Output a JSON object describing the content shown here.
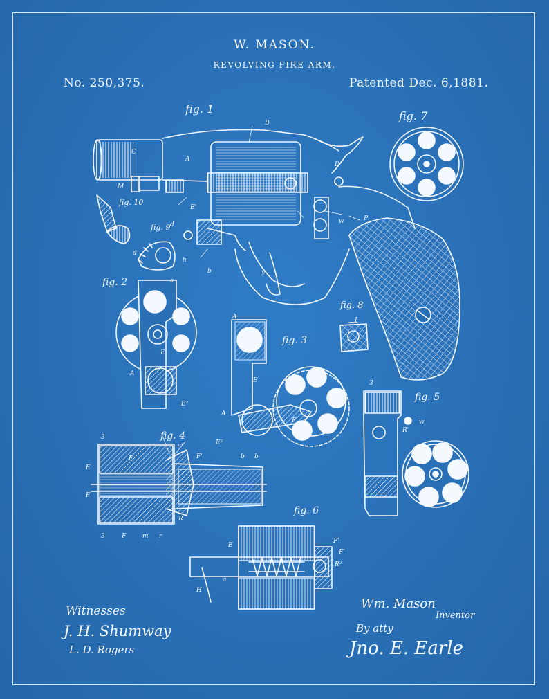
{
  "header": {
    "inventor": "W. MASON.",
    "title": "REVOLVING FIRE ARM.",
    "patent_number": "No. 250,375.",
    "patent_date": "Patented Dec. 6,1881."
  },
  "figures": {
    "fig1": "fig. 1",
    "fig2": "fig. 2",
    "fig3": "fig. 3",
    "fig4": "fig. 4",
    "fig5": "fig. 5",
    "fig6": "fig. 6",
    "fig7": "fig. 7",
    "fig8": "fig. 8",
    "fig9": "fig. 9",
    "fig10": "fig. 10"
  },
  "footer": {
    "witnesses_label": "Witnesses",
    "witness_1": "J. H. Shumway",
    "witness_2": "L. D. Rogers",
    "inventor_signature": "Wm. Mason",
    "inventor_role": "Inventor",
    "by_attorney": "By atty",
    "attorney_signature": "Jno. E. Earle"
  },
  "colors": {
    "background": "#2a70b6",
    "line": "#f4f8ff"
  }
}
